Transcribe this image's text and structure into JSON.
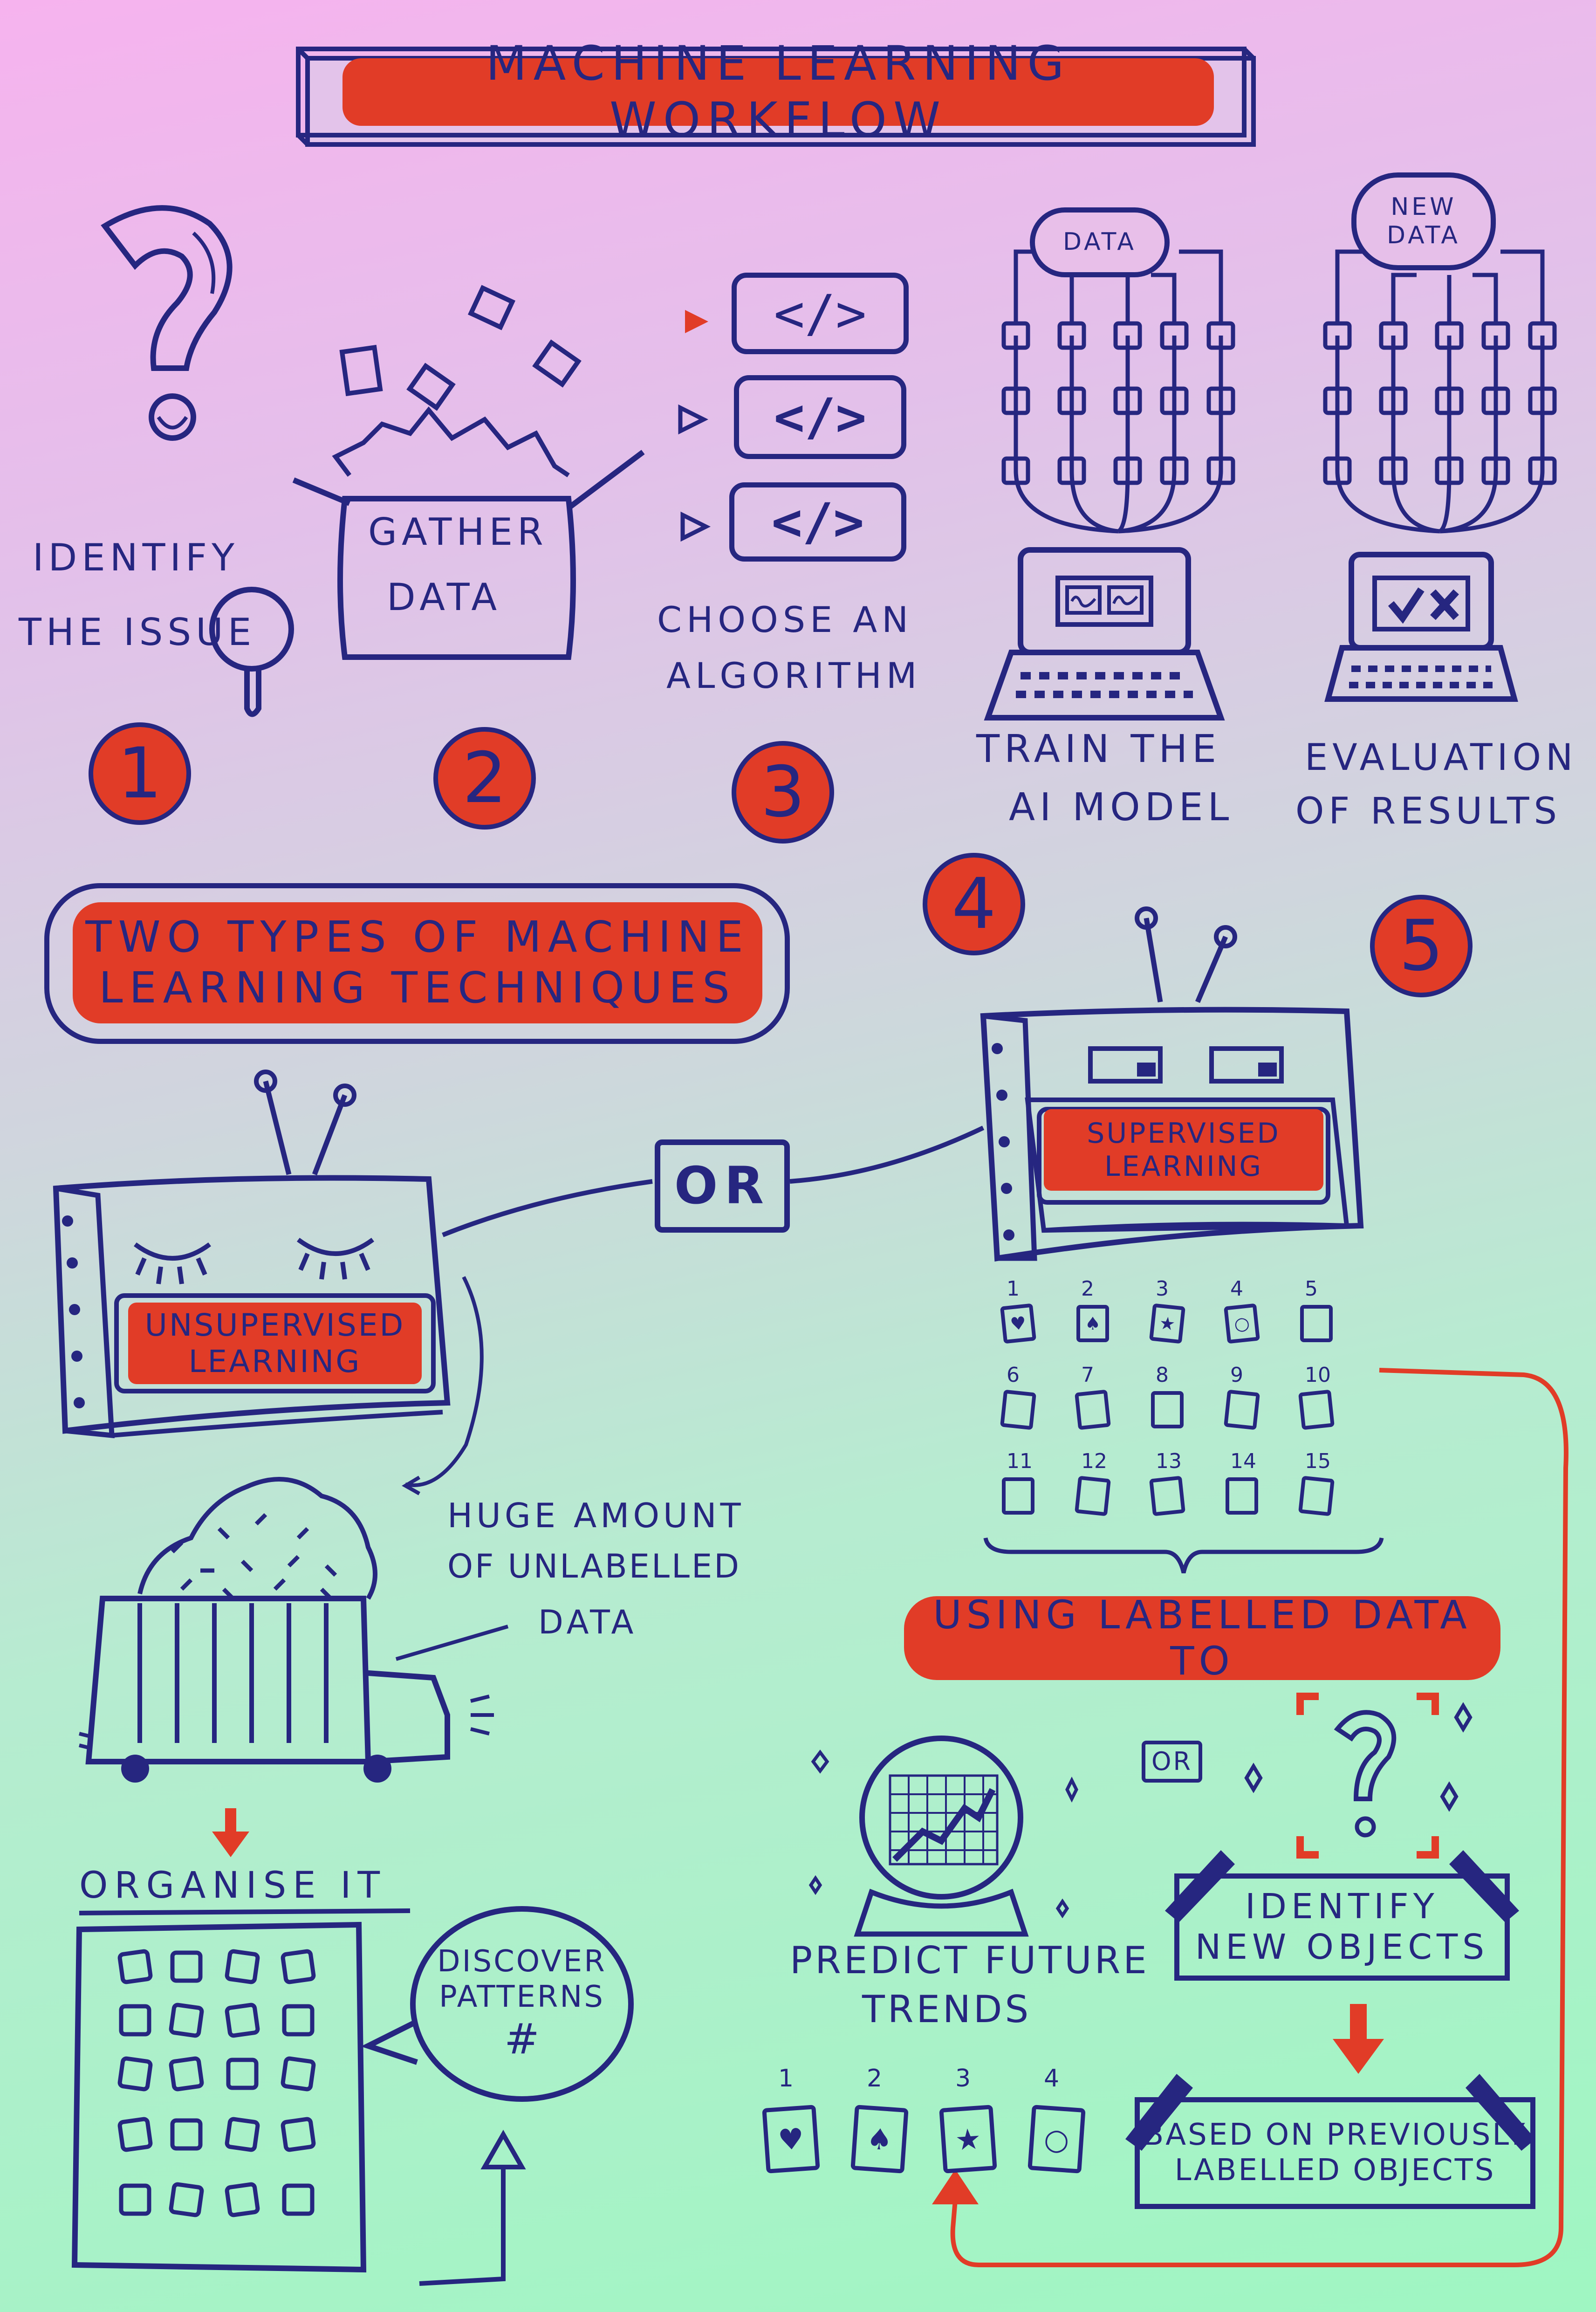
{
  "title": "MACHINE LEARNING WORKFLOW",
  "steps": [
    {
      "number": "1",
      "label_line1": "IDENTIFY",
      "label_line2": "THE ISSUE"
    },
    {
      "number": "2",
      "label_line1": "GATHER",
      "label_line2": "DATA"
    },
    {
      "number": "3",
      "label_line1": "CHOOSE AN",
      "label_line2": "ALGORITHM"
    },
    {
      "number": "4",
      "label_line1": "TRAIN THE",
      "label_line2": "AI MODEL"
    },
    {
      "number": "5",
      "label_line1": "EVALUATION",
      "label_line2": "OF RESULTS"
    }
  ],
  "code_symbol": "</>",
  "cloud_data": "DATA",
  "cloud_new_line1": "NEW",
  "cloud_new_line2": "DATA",
  "techniques_heading_line1": "TWO TYPES OF MACHINE",
  "techniques_heading_line2": "LEARNING TECHNIQUES",
  "or_label": "OR",
  "unsupervised": {
    "label_line1": "UNSUPERVISED",
    "label_line2": "LEARNING",
    "huge_line1": "HUGE AMOUNT",
    "huge_line2": "OF UNLABELLED",
    "huge_line3": "DATA",
    "organise": "ORGANISE IT",
    "discover_line1": "DISCOVER",
    "discover_line2": "PATTERNS",
    "discover_symbol": "#"
  },
  "supervised": {
    "label_line1": "SUPERVISED",
    "label_line2": "LEARNING",
    "cards": [
      "1",
      "2",
      "3",
      "4",
      "5",
      "6",
      "7",
      "8",
      "9",
      "10",
      "11",
      "12",
      "13",
      "14",
      "15"
    ],
    "using_heading": "USING LABELLED DATA TO",
    "small_or": "OR",
    "predict_line1": "PREDICT FUTURE",
    "predict_line2": "TRENDS",
    "identify_line1": "IDENTIFY",
    "identify_line2": "NEW OBJECTS",
    "based_line1": "BASED ON PREVIOUSLY",
    "based_line2": "LABELLED OBJECTS",
    "bottom_cards": [
      "1",
      "2",
      "3",
      "4"
    ]
  },
  "colors": {
    "ink": "#262680",
    "accent": "#e13c27"
  },
  "icons": [
    "question-mark-icon",
    "magnifier-icon",
    "box-icon",
    "code-icon",
    "laptop-icon",
    "cloud-icon",
    "robot-tv-icon",
    "truck-icon",
    "crystal-ball-icon",
    "arrow-down-icon",
    "speech-bubble-icon"
  ]
}
